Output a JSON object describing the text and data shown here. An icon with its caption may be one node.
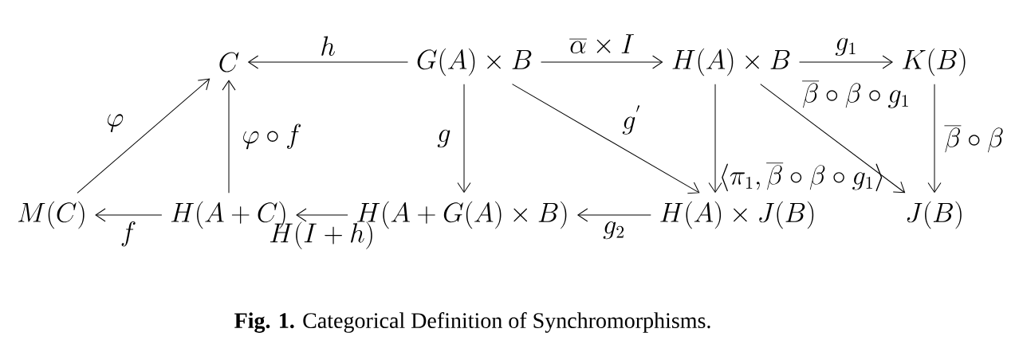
{
  "diagram": {
    "caption": "**Fig. 1.** Categorical Definition of Synchromorphisms.",
    "nodes": [
      {
        "text": [
          "C"
        ]
      },
      {
        "text": [
          "G(A)\\times B"
        ]
      },
      {
        "text": [
          "H(A)\\times B"
        ]
      },
      {
        "text": [
          "K(B)"
        ]
      },
      {
        "text": [
          "M(C)"
        ]
      },
      {
        "text": [
          "H(A+C)"
        ]
      },
      {
        "text": [
          "H(A+G(A)\\times B)"
        ]
      },
      {
        "text": [
          "H(A)\\times J(B)"
        ]
      },
      {
        "text": [
          "J(B)"
        ]
      }
    ],
    "edges": [
      {
        "from": 1,
        "to": 0,
        "arrow": "to",
        "label": "h"
      },
      {
        "from": 1,
        "to": 2,
        "arrow": "to",
        "label": "\\overline{\\alpha}\\times I"
      },
      {
        "from": 2,
        "to": 3,
        "arrow": "to",
        "label": "g_1"
      },
      {
        "from": 4,
        "to": 0,
        "arrow": "to",
        "label": "\\varphi"
      },
      {
        "from": 5,
        "to": 0,
        "arrow": "to",
        "label": "\\varphi\\circ f"
      },
      {
        "from": 1,
        "to": 6,
        "arrow": "to",
        "label": "g"
      },
      {
        "from": 1,
        "to": 7,
        "arrow": "to",
        "label": "g^{'}"
      },
      {
        "from": 2,
        "to": 7,
        "arrow": "to",
        "label": "\\langle\\pi_1,\\overline{\\beta}\\circ\\beta\\circ g_1\\rangle"
      },
      {
        "from": 2,
        "to": 8,
        "arrow": "to",
        "label": "\\overline{\\beta}\\circ\\beta\\circ g_1"
      },
      {
        "from": 3,
        "to": 8,
        "arrow": "to",
        "label": "\\overline{\\beta}\\circ\\beta"
      },
      {
        "from": 5,
        "to": 4,
        "arrow": "to",
        "label": "f"
      },
      {
        "from": 6,
        "to": 5,
        "arrow": "to",
        "label": "H(I+h)"
      },
      {
        "from": 7,
        "to": 6,
        "arrow": "to",
        "label": "g_2"
      }
    ]
  }
}
